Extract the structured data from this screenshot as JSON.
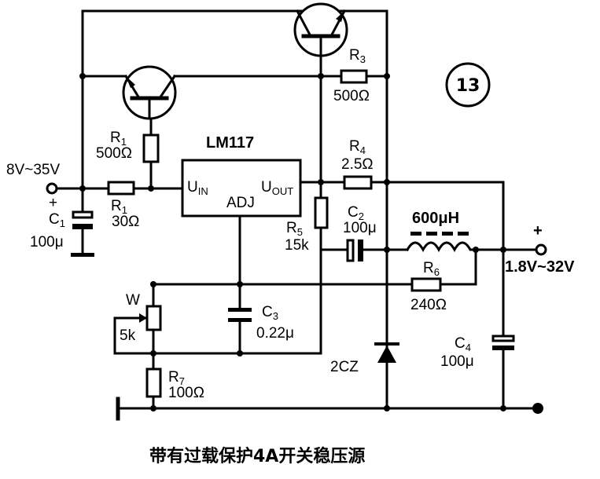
{
  "diagram": {
    "input_voltage": "8V~35V",
    "input_plus": "+",
    "output_plus": "+",
    "output_voltage": "1.8V~32V",
    "figure_number": "13",
    "caption": "带有过载保护4A开关稳压源",
    "ic": {
      "name": "LM117",
      "pin_in": "U",
      "pin_in_sub": "IN",
      "pin_out": "U",
      "pin_out_sub": "OUT",
      "pin_adj": "ADJ"
    },
    "components": {
      "r1_top": {
        "name": "R",
        "sub": "1",
        "value": "500Ω"
      },
      "r1_bottom": {
        "name": "R",
        "sub": "1",
        "value": "30Ω"
      },
      "r3": {
        "name": "R",
        "sub": "3",
        "value": "500Ω"
      },
      "r4": {
        "name": "R",
        "sub": "4",
        "value": "2.5Ω"
      },
      "r5": {
        "name": "R",
        "sub": "5",
        "value": "15k"
      },
      "r6": {
        "name": "R",
        "sub": "6",
        "value": "240Ω"
      },
      "r7": {
        "name": "R",
        "sub": "7",
        "value": "100Ω"
      },
      "c1": {
        "name": "C",
        "sub": "1",
        "value": "100μ"
      },
      "c2": {
        "name": "C",
        "sub": "2",
        "value": "100μ"
      },
      "c3": {
        "name": "C",
        "sub": "3",
        "value": "0.22μ"
      },
      "c4": {
        "name": "C",
        "sub": "4",
        "value": "100μ"
      },
      "inductor": {
        "value": "600μH"
      },
      "pot": {
        "name": "W",
        "value": "5k"
      },
      "diode": {
        "name": "2CZ"
      }
    }
  }
}
